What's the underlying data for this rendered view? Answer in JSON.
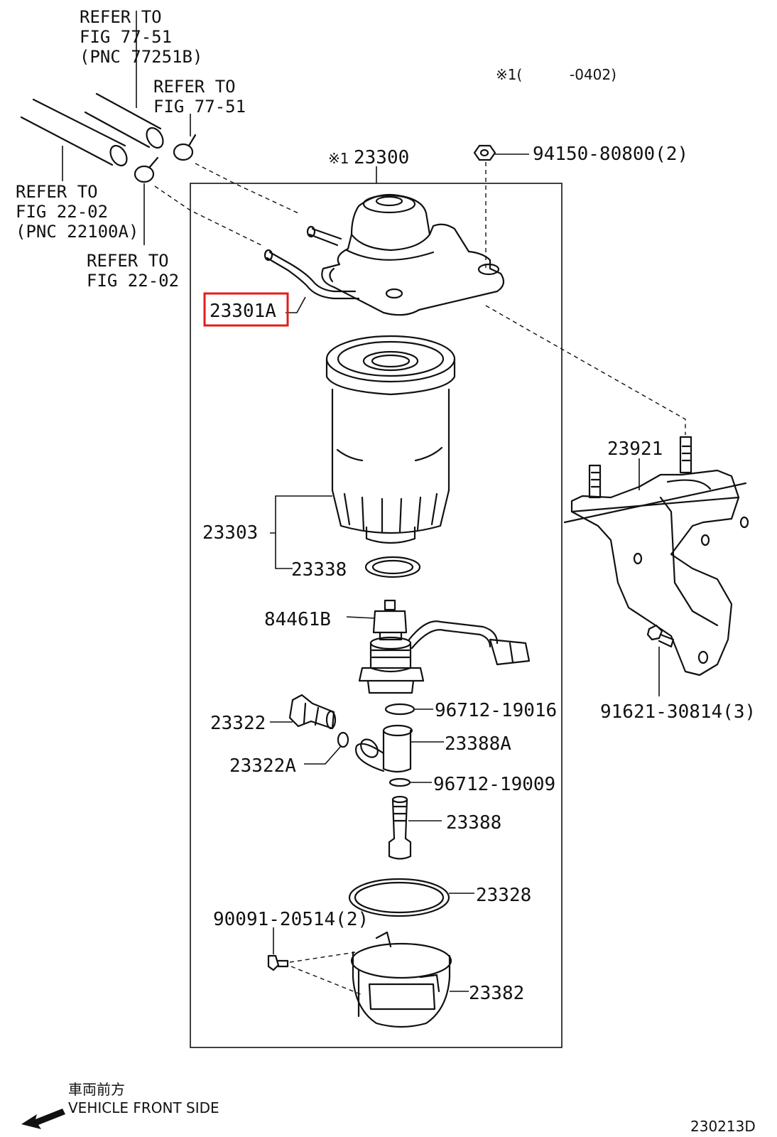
{
  "refs": {
    "ref_77_51_pnc": [
      "REFER TO",
      "FIG 77-51",
      "(PNC 77251B)"
    ],
    "ref_77_51": [
      "REFER TO",
      "FIG 77-51"
    ],
    "ref_22_02_pnc": [
      "REFER TO",
      "FIG 22-02",
      "(PNC 22100A)"
    ],
    "ref_22_02": [
      "REFER TO",
      "FIG 22-02"
    ]
  },
  "note": {
    "mark": "※1(",
    "range": "-0402)"
  },
  "parts": {
    "p23300": "23300",
    "p23300_mark": "※1",
    "p94150": "94150-80800(2)",
    "p23301A": "23301A",
    "p23303": "23303",
    "p23338": "23338",
    "p84461B": "84461B",
    "p96712_19016": "96712-19016",
    "p23322": "23322",
    "p23322A": "23322A",
    "p23388A": "23388A",
    "p96712_19009": "96712-19009",
    "p23388": "23388",
    "p23328": "23328",
    "p90091": "90091-20514(2)",
    "p23382": "23382",
    "p23921": "23921",
    "p91621": "91621-30814(3)"
  },
  "highlight": {
    "part": "23301A",
    "color": "#e31b1b"
  },
  "footer": {
    "direction_jp": "車両前方",
    "direction_en": "VEHICLE FRONT SIDE",
    "diagram_code": "230213D"
  }
}
